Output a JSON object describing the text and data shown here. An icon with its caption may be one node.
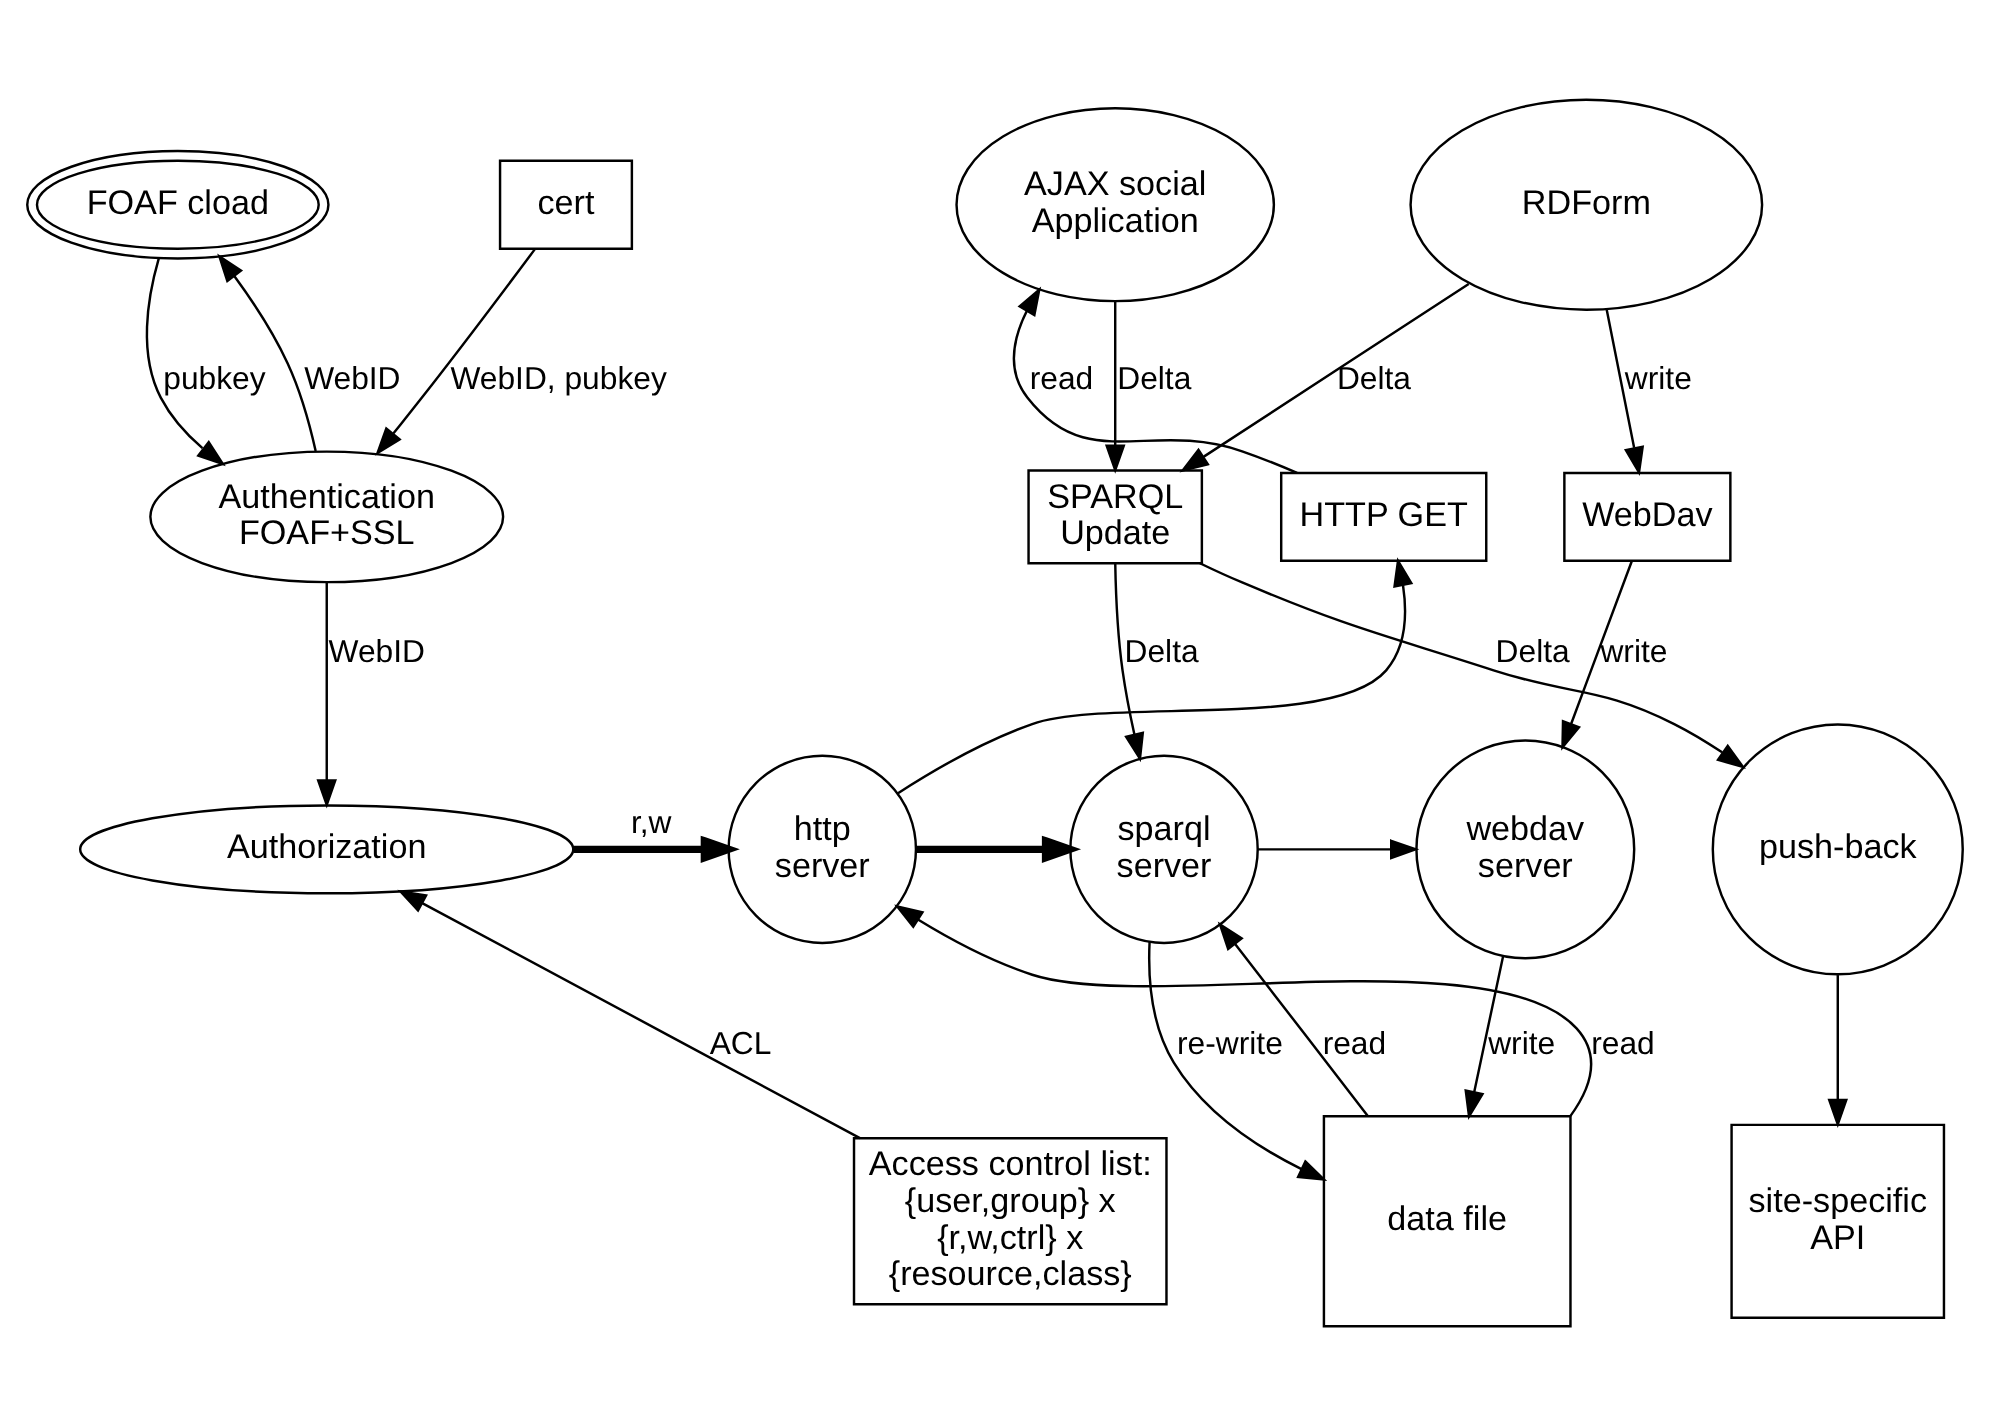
{
  "diagram": {
    "nodes": [
      {
        "text": [
          "FOAF cload"
        ]
      },
      {
        "text": [
          "cert"
        ]
      },
      {
        "text": [
          "Authentication FOAF+SSL"
        ]
      },
      {
        "text": [
          "Authorization"
        ]
      },
      {
        "text": [
          "Access control list: {user,group} x {r,w,ctrl} x {resource,class}"
        ]
      },
      {
        "text": [
          "AJAX social Application"
        ]
      },
      {
        "text": [
          "RDForm"
        ]
      },
      {
        "text": [
          "HTTP GET"
        ]
      },
      {
        "text": [
          "SPARQL Update"
        ]
      },
      {
        "text": [
          "WebDav"
        ]
      },
      {
        "text": [
          "http server"
        ]
      },
      {
        "text": [
          "sparql server"
        ]
      },
      {
        "text": [
          "webdav server"
        ]
      },
      {
        "text": [
          "push-back"
        ]
      },
      {
        "text": [
          "data file"
        ]
      },
      {
        "text": [
          "site-specific API"
        ]
      }
    ],
    "edges": [
      {
        "from": 2,
        "to": 0,
        "arrow": "to",
        "label": "WebID"
      },
      {
        "from": 0,
        "to": 2,
        "arrow": "to",
        "label": "pubkey"
      },
      {
        "from": 1,
        "to": 2,
        "arrow": "to",
        "label": "WebID, pubkey"
      },
      {
        "from": 2,
        "to": 3,
        "arrow": "to",
        "label": "WebID"
      },
      {
        "from": 4,
        "to": 3,
        "arrow": "to",
        "label": "ACL"
      },
      {
        "from": 3,
        "to": 10,
        "arrow": "to",
        "label": "r,w",
        "style": "thick"
      },
      {
        "from": 10,
        "to": 11,
        "arrow": "to",
        "style": "thick"
      },
      {
        "from": 11,
        "to": 12,
        "arrow": "to"
      },
      {
        "from": 10,
        "to": 7,
        "arrow": "to"
      },
      {
        "from": 7,
        "to": 5,
        "arrow": "to",
        "label": "read"
      },
      {
        "from": 5,
        "to": 8,
        "arrow": "to",
        "label": "Delta"
      },
      {
        "from": 6,
        "to": 8,
        "arrow": "to",
        "label": "Delta"
      },
      {
        "from": 6,
        "to": 9,
        "arrow": "to",
        "label": "write"
      },
      {
        "from": 8,
        "to": 11,
        "arrow": "to",
        "label": "Delta"
      },
      {
        "from": 8,
        "to": 13,
        "arrow": "to",
        "label": "Delta"
      },
      {
        "from": 9,
        "to": 12,
        "arrow": "to",
        "label": "write"
      },
      {
        "from": 13,
        "to": 15,
        "arrow": "to"
      },
      {
        "from": 14,
        "to": 10,
        "arrow": "to",
        "label": "read"
      },
      {
        "from": 14,
        "to": 11,
        "arrow": "to",
        "label": "read"
      },
      {
        "from": 11,
        "to": 14,
        "arrow": "to",
        "label": "re-write"
      },
      {
        "from": 12,
        "to": 14,
        "arrow": "to",
        "label": "write"
      }
    ]
  }
}
